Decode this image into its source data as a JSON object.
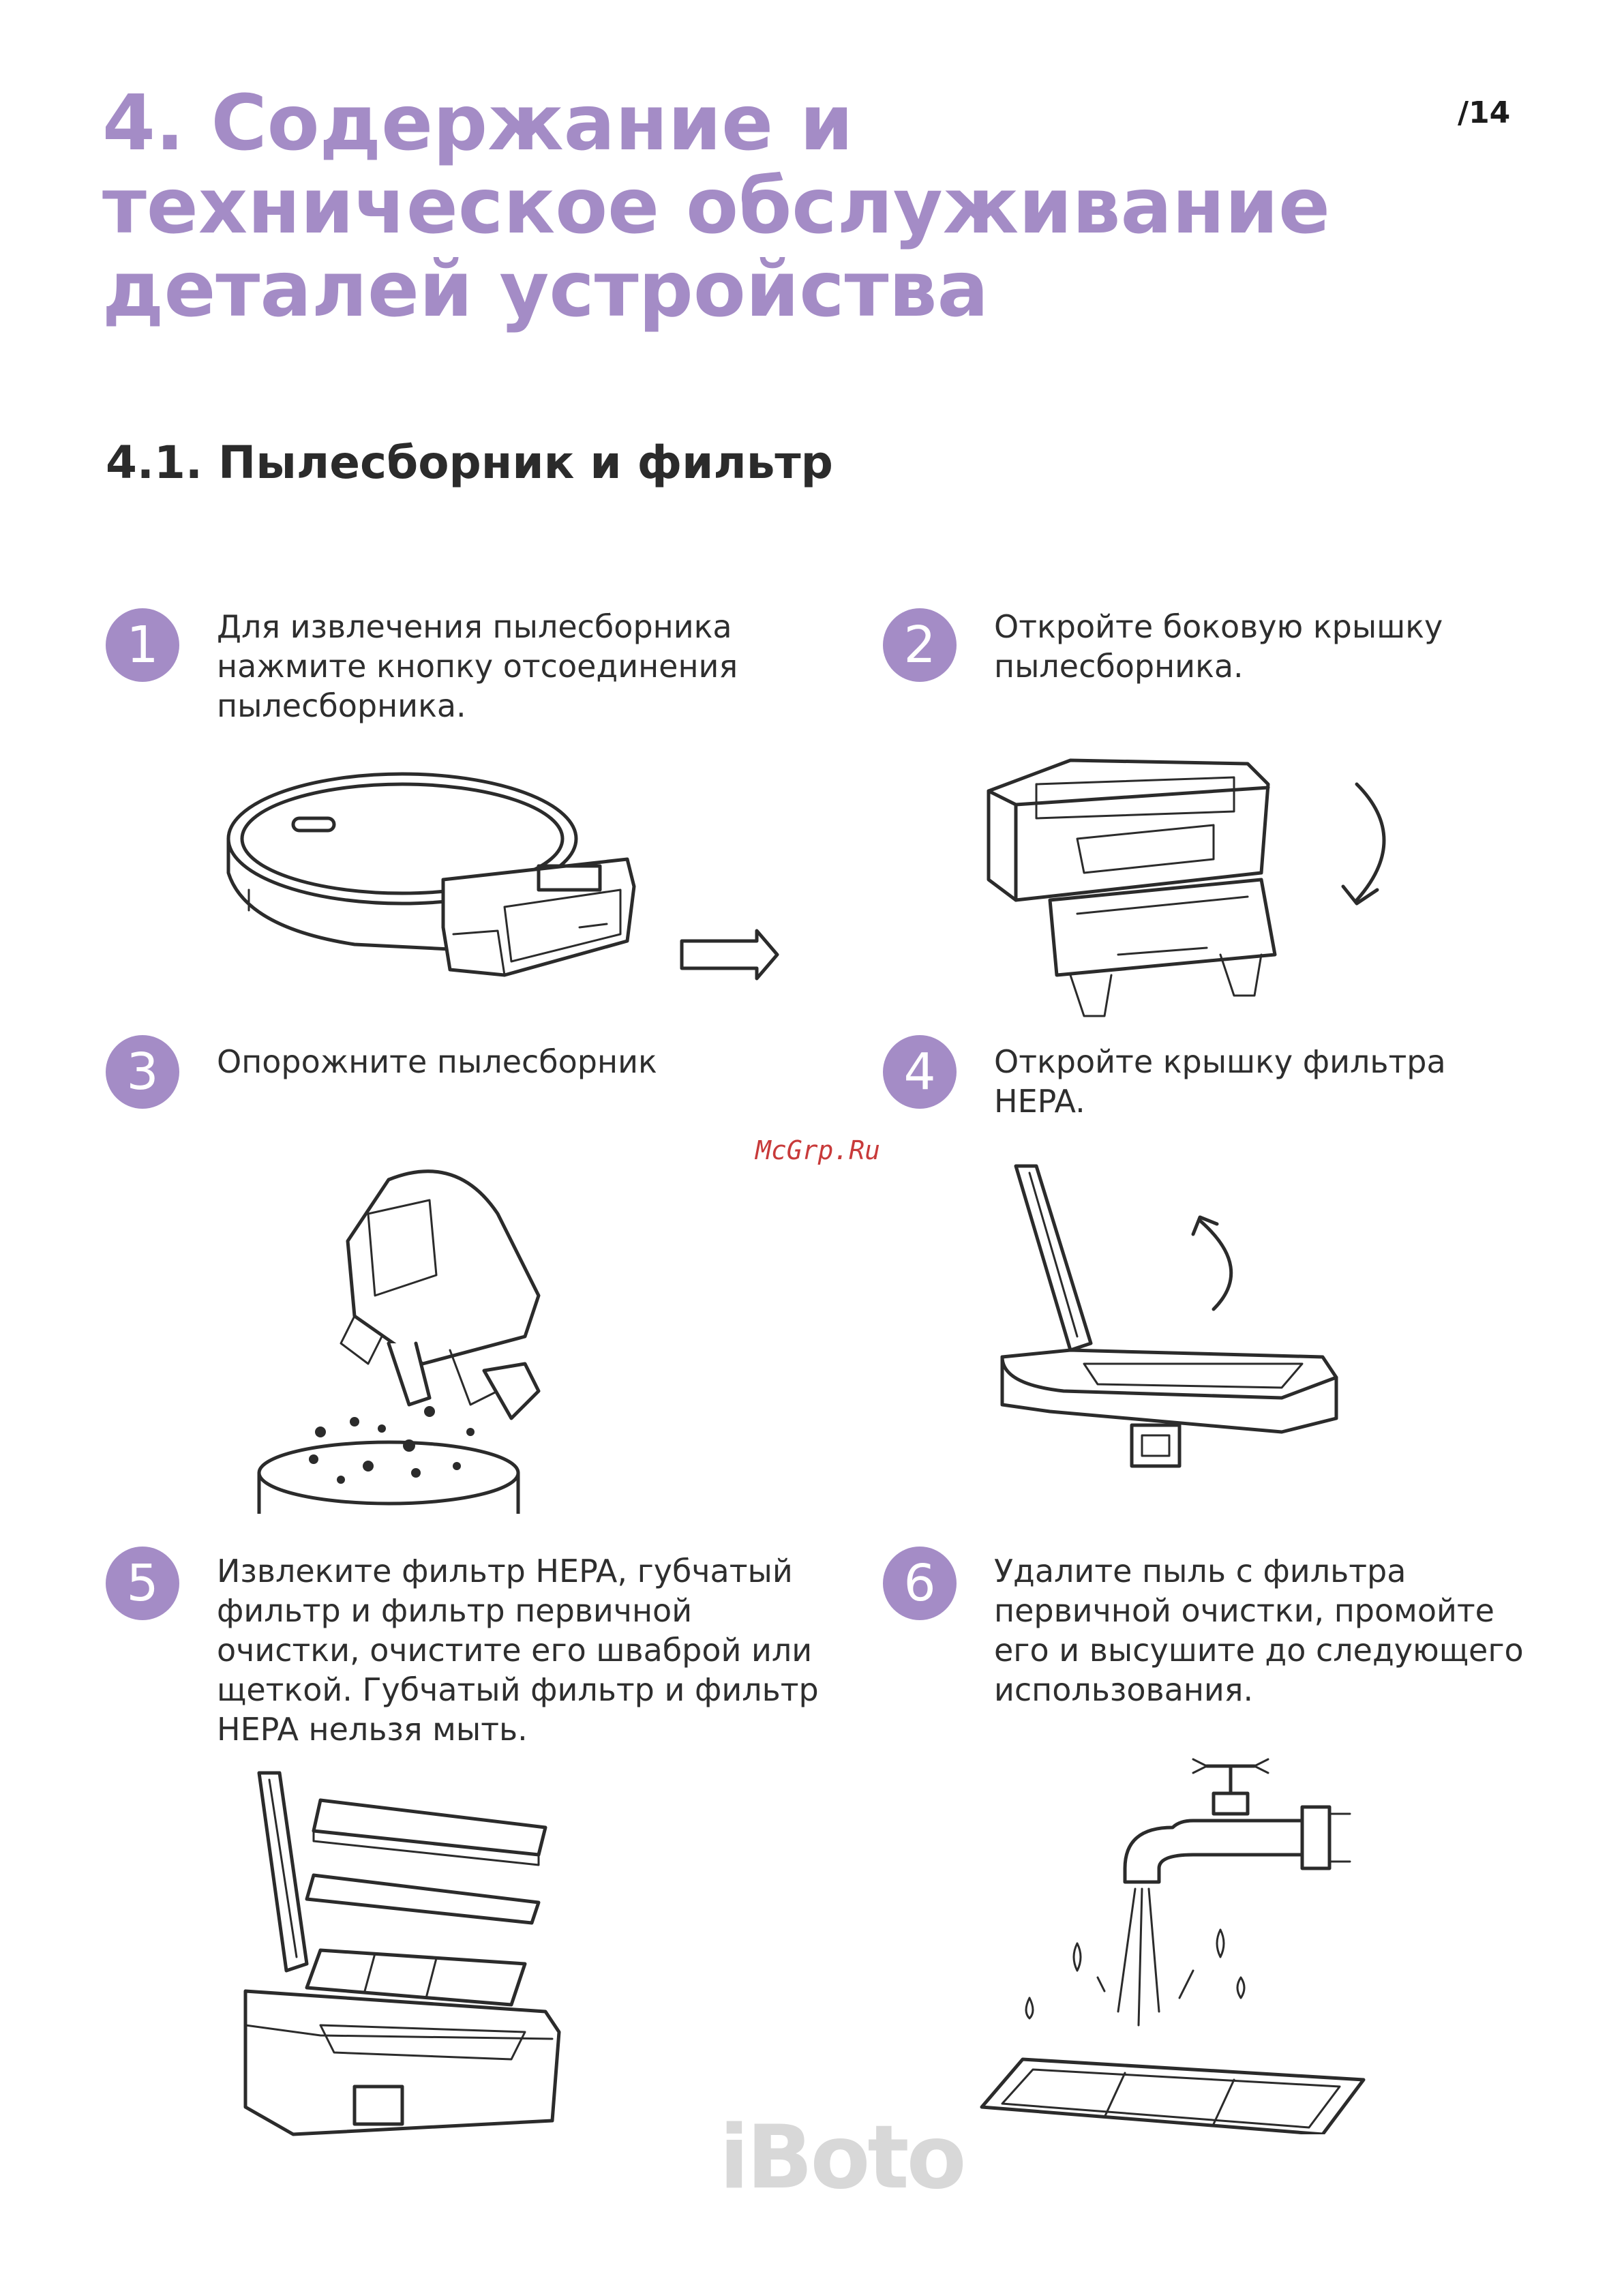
{
  "page": {
    "title": "4. Содержание и техническое обслуживание деталей устройства",
    "page_number": "/14",
    "section_title": "4.1. Пылесборник и фильтр",
    "watermark": "McGrp.Ru",
    "brand": "iBoto"
  },
  "steps": [
    {
      "number": "1",
      "text": "Для извлечения пылесборника нажмите кнопку отсоединения пылесборника."
    },
    {
      "number": "2",
      "text": "Откройте боковую крышку пылесборника."
    },
    {
      "number": "3",
      "text": "Опорожните пылесборник"
    },
    {
      "number": "4",
      "text": "Откройте крышку фильтра HEPA."
    },
    {
      "number": "5",
      "text": "Извлеките фильтр HEPA, губчатый фильтр и фильтр первичной очистки, очистите его шваброй или щеткой. Губчатый фильтр и фильтр HEPA нельзя мыть."
    },
    {
      "number": "6",
      "text": "Удалите пыль с фильтра первичной очистки, промойте его и высушите до следующего использования."
    }
  ],
  "colors": {
    "accent": "#a48cc6",
    "text": "#2a2a2a",
    "watermark": "#c83a3a"
  },
  "icons": [
    "robot-vacuum-illustration",
    "arrow-right-icon",
    "dustbin-open-lid-illustration",
    "rotate-arrow-icon",
    "emptying-dustbin-illustration",
    "hepa-lid-open-illustration",
    "filters-exploded-illustration",
    "faucet-washing-filter-illustration"
  ]
}
